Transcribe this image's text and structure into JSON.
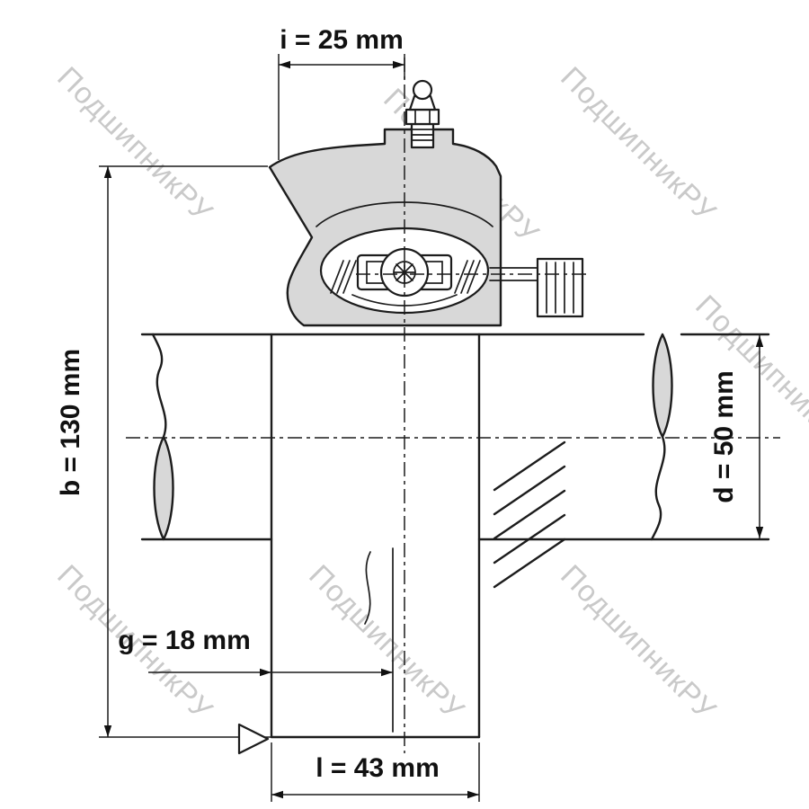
{
  "figure": {
    "watermark": "ПодшипникРУ"
  },
  "dimensions": {
    "i": "i = 25 mm",
    "b": "b = 130 mm",
    "d": "d = 50 mm",
    "g": "g = 18 mm",
    "l": "l = 43 mm"
  },
  "colors": {
    "line": "#1c1c1c",
    "shading": "#d8d8d8",
    "watermark": "#c9c9c9",
    "background": "#ffffff"
  }
}
